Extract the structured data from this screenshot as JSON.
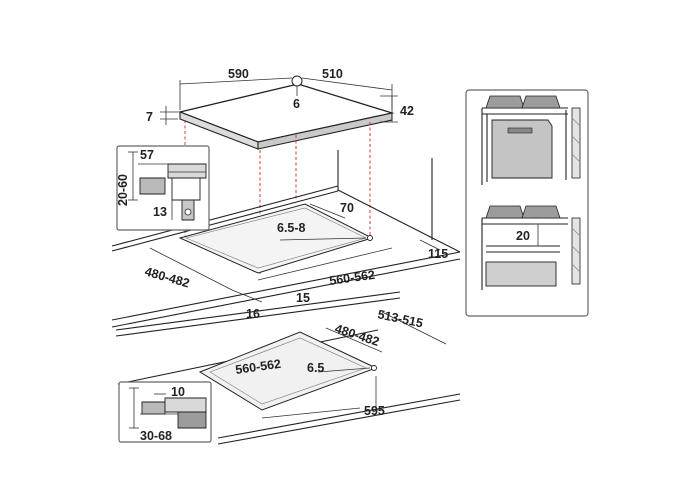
{
  "hob_top": {
    "width": "590",
    "depth": "510",
    "front_height": "7",
    "total_height": "42",
    "center_mark": "6"
  },
  "cutout_countertop": {
    "width": "560-562",
    "depth": "480-482",
    "rear_margin": "70",
    "side_margin": "115",
    "front_margin": "15",
    "lower_margin": "16",
    "corner_radius": "6.5-8"
  },
  "cutout_bottom": {
    "width": "560-562",
    "depth": "480-482",
    "outer_depth": "513-515",
    "outer_width": "595",
    "corner_radius": "6.5"
  },
  "detail_left_top": {
    "width": "57",
    "height": "20-60",
    "offset": "13"
  },
  "detail_left_bottom": {
    "offset": "10",
    "thickness": "30-68"
  },
  "side_panel": {
    "gap": "20"
  },
  "colors": {
    "line": "#222222",
    "guide_red": "#d2281e",
    "panel_border": "#666666",
    "fill_gray": "#b9b9b9"
  }
}
